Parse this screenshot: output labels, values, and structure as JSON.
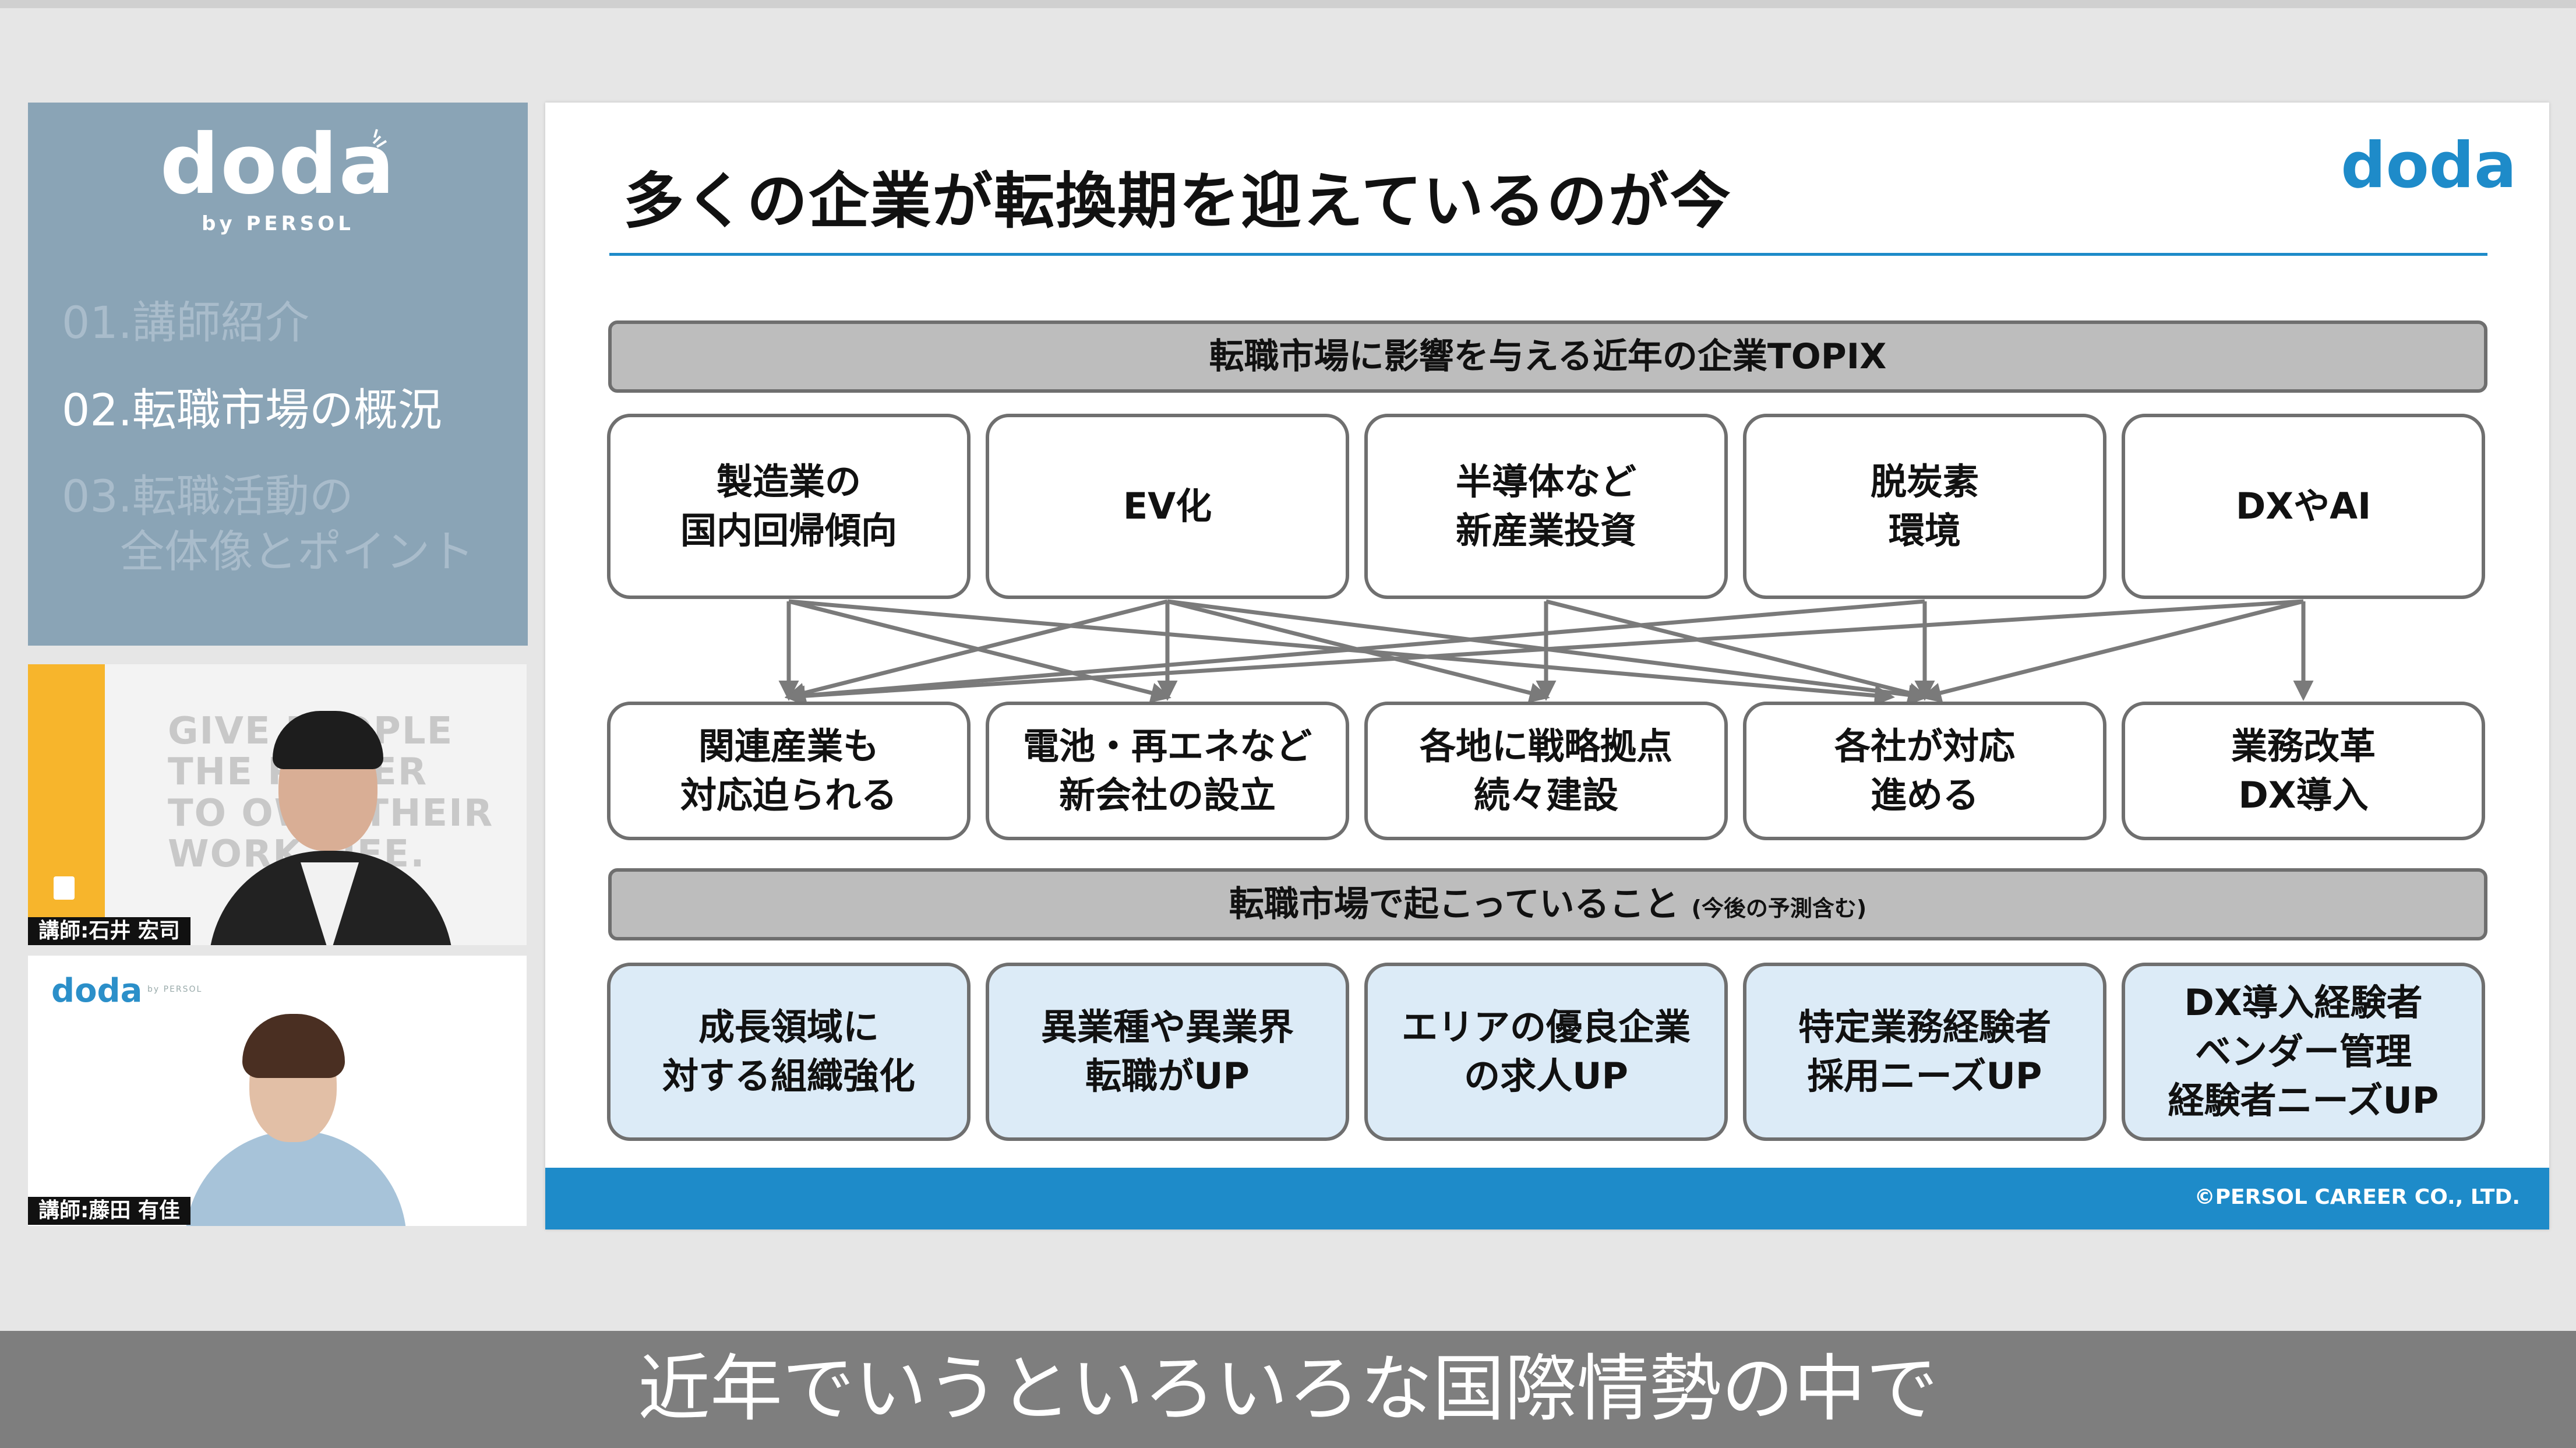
{
  "left_panel": {
    "logo_wordmark": "doda",
    "logo_by": "by PERSOL",
    "agenda": [
      {
        "label": "01.講師紹介"
      },
      {
        "label": "02.転職市場の概況"
      },
      {
        "label": "03.転職活動の\n　 全体像とポイント"
      }
    ]
  },
  "video_tiles": [
    {
      "slogan": "GIVE PEOPLE\nTHE POWER\nTO OWN THEIR\nWORK LIFE.",
      "speaker": "講師:石井 宏司"
    },
    {
      "logo_wordmark": "doda",
      "logo_by": "by PERSOL",
      "speaker": "講師:藤田 有佳"
    }
  ],
  "slide": {
    "title": "多くの企業が転換期を迎えているのが今",
    "logo": "doda",
    "topix_header": "転職市場に影響を与える近年の企業TOPIX",
    "topix_items": [
      "製造業の\n国内回帰傾向",
      "EV化",
      "半導体など\n新産業投資",
      "脱炭素\n環境",
      "DXやAI"
    ],
    "effects": [
      "関連産業も\n対応迫られる",
      "電池・再エネなど\n新会社の設立",
      "各地に戦略拠点\n続々建設",
      "各社が対応\n進める",
      "業務改革\nDX導入"
    ],
    "market_header": "転職市場で起こっていること",
    "market_header_note": "(今後の予測含む)",
    "market_items": [
      "成長領域に\n対する組織強化",
      "異業種や異業界\n転職がUP",
      "エリアの優良企業\nの求人UP",
      "特定業務経験者\n採用ニーズUP",
      "DX導入経験者\nベンダー管理\n経験者ニーズUP"
    ],
    "copyright": "©PERSOL CAREER CO., LTD.",
    "colors": {
      "accent": "#1e8bc9",
      "bar_gray": "#bdbdbd",
      "light_blue": "#dcebf7"
    }
  },
  "caption": "近年でいうといろいろな国際情勢の中で"
}
